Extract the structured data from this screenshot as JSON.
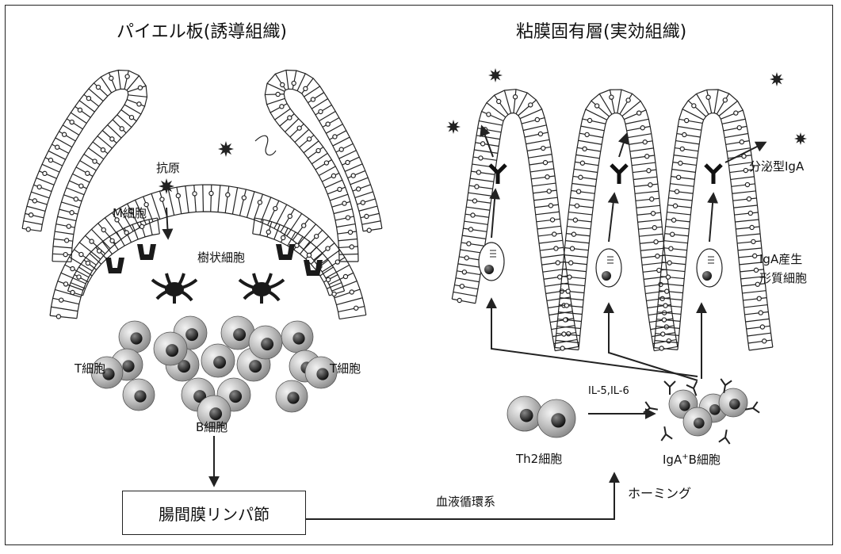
{
  "titles": {
    "left": "パイエル板(誘導組織)",
    "right": "粘膜固有層(実効組織)"
  },
  "labels": {
    "antigen": "抗原",
    "m_cell": "M細胞",
    "dendritic_cell": "樹状細胞",
    "t_cell_left": "T細胞",
    "t_cell_right": "T細胞",
    "b_cell": "B細胞",
    "secretory_iga": "分泌型IgA",
    "iga_plasma_line1": "IgA産生",
    "iga_plasma_line2": "形質細胞",
    "th2_cell": "Th2細胞",
    "cytokines": "IL-5,IL-6",
    "iga_b_cell_prefix": "IgA",
    "iga_b_cell_sup": "+",
    "iga_b_cell_suffix": "B細胞",
    "homing": "ホーミング",
    "blood_circulation": "血液循環系"
  },
  "box": {
    "mesenteric_lymph_node": "腸間膜リンパ節"
  },
  "colors": {
    "line": "#222222",
    "cell_fill": "#ffffff",
    "dark": "#1a1a1a",
    "sphere": "#bdbdbd"
  }
}
